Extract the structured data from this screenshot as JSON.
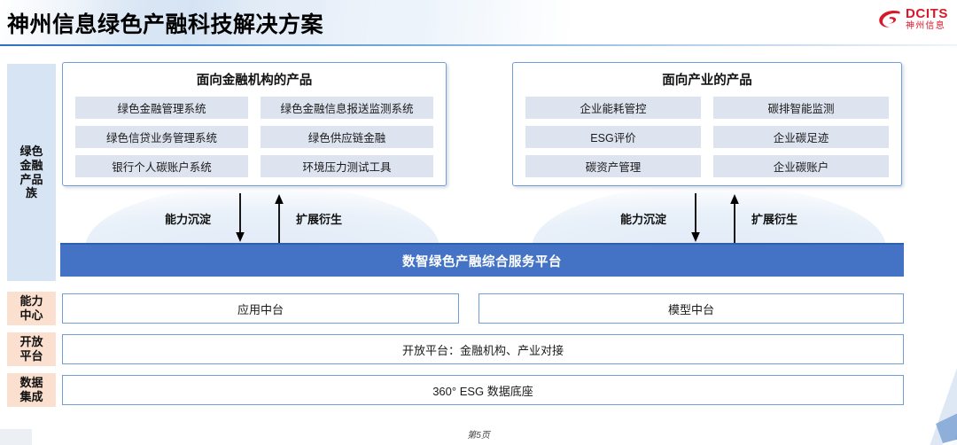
{
  "slide": {
    "title": "神州信息绿色产融科技解决方案",
    "footer": "第5页"
  },
  "logo": {
    "mark": "dcits-swoosh-icon",
    "english": "DCITS",
    "chinese": "神州信息",
    "color": "#d7182a"
  },
  "sidebar": {
    "items": [
      {
        "label": "绿色\n金融\n产品\n族",
        "color": "#d6e4f3"
      },
      {
        "label": "能力\n中心",
        "color": "#fbe0d0"
      },
      {
        "label": "开放\n平台",
        "color": "#fbe0d0"
      },
      {
        "label": "数据\n集成",
        "color": "#fbe0d0"
      }
    ]
  },
  "panels": [
    {
      "title": "面向金融机构的产品",
      "chips": [
        "绿色金融管理系统",
        "绿色金融信息报送监测系统",
        "绿色信贷业务管理系统",
        "绿色供应链金融",
        "银行个人碳账户系统",
        "环境压力测试工具"
      ]
    },
    {
      "title": "面向产业的产品",
      "chips": [
        "企业能耗管控",
        "碳排智能监测",
        "ESG评价",
        "企业碳足迹",
        "碳资产管理",
        "企业碳账户"
      ]
    }
  ],
  "arrow_groups": [
    {
      "down_label": "能力沉淀",
      "up_label": "扩展衍生"
    },
    {
      "down_label": "能力沉淀",
      "up_label": "扩展衍生"
    }
  ],
  "platform": {
    "label": "数智绿色产融综合服务平台",
    "color": "#4472c4"
  },
  "rows": {
    "app_middle": "应用中台",
    "model_middle": "模型中台",
    "open_platform": "开放平台：金融机构、产业对接",
    "data_base": "360° ESG 数据底座"
  }
}
